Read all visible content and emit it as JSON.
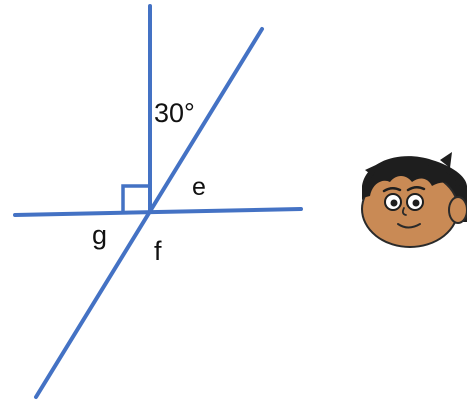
{
  "diagram": {
    "angle_label": "30°",
    "labels": {
      "e": "e",
      "f": "f",
      "g": "g"
    },
    "line_color": "#4472c4",
    "right_angle_marker": true
  },
  "character": {
    "icon": "cartoon-boy-face-icon",
    "skin_color": "#c98a55",
    "hair_color": "#1e1e1e"
  }
}
